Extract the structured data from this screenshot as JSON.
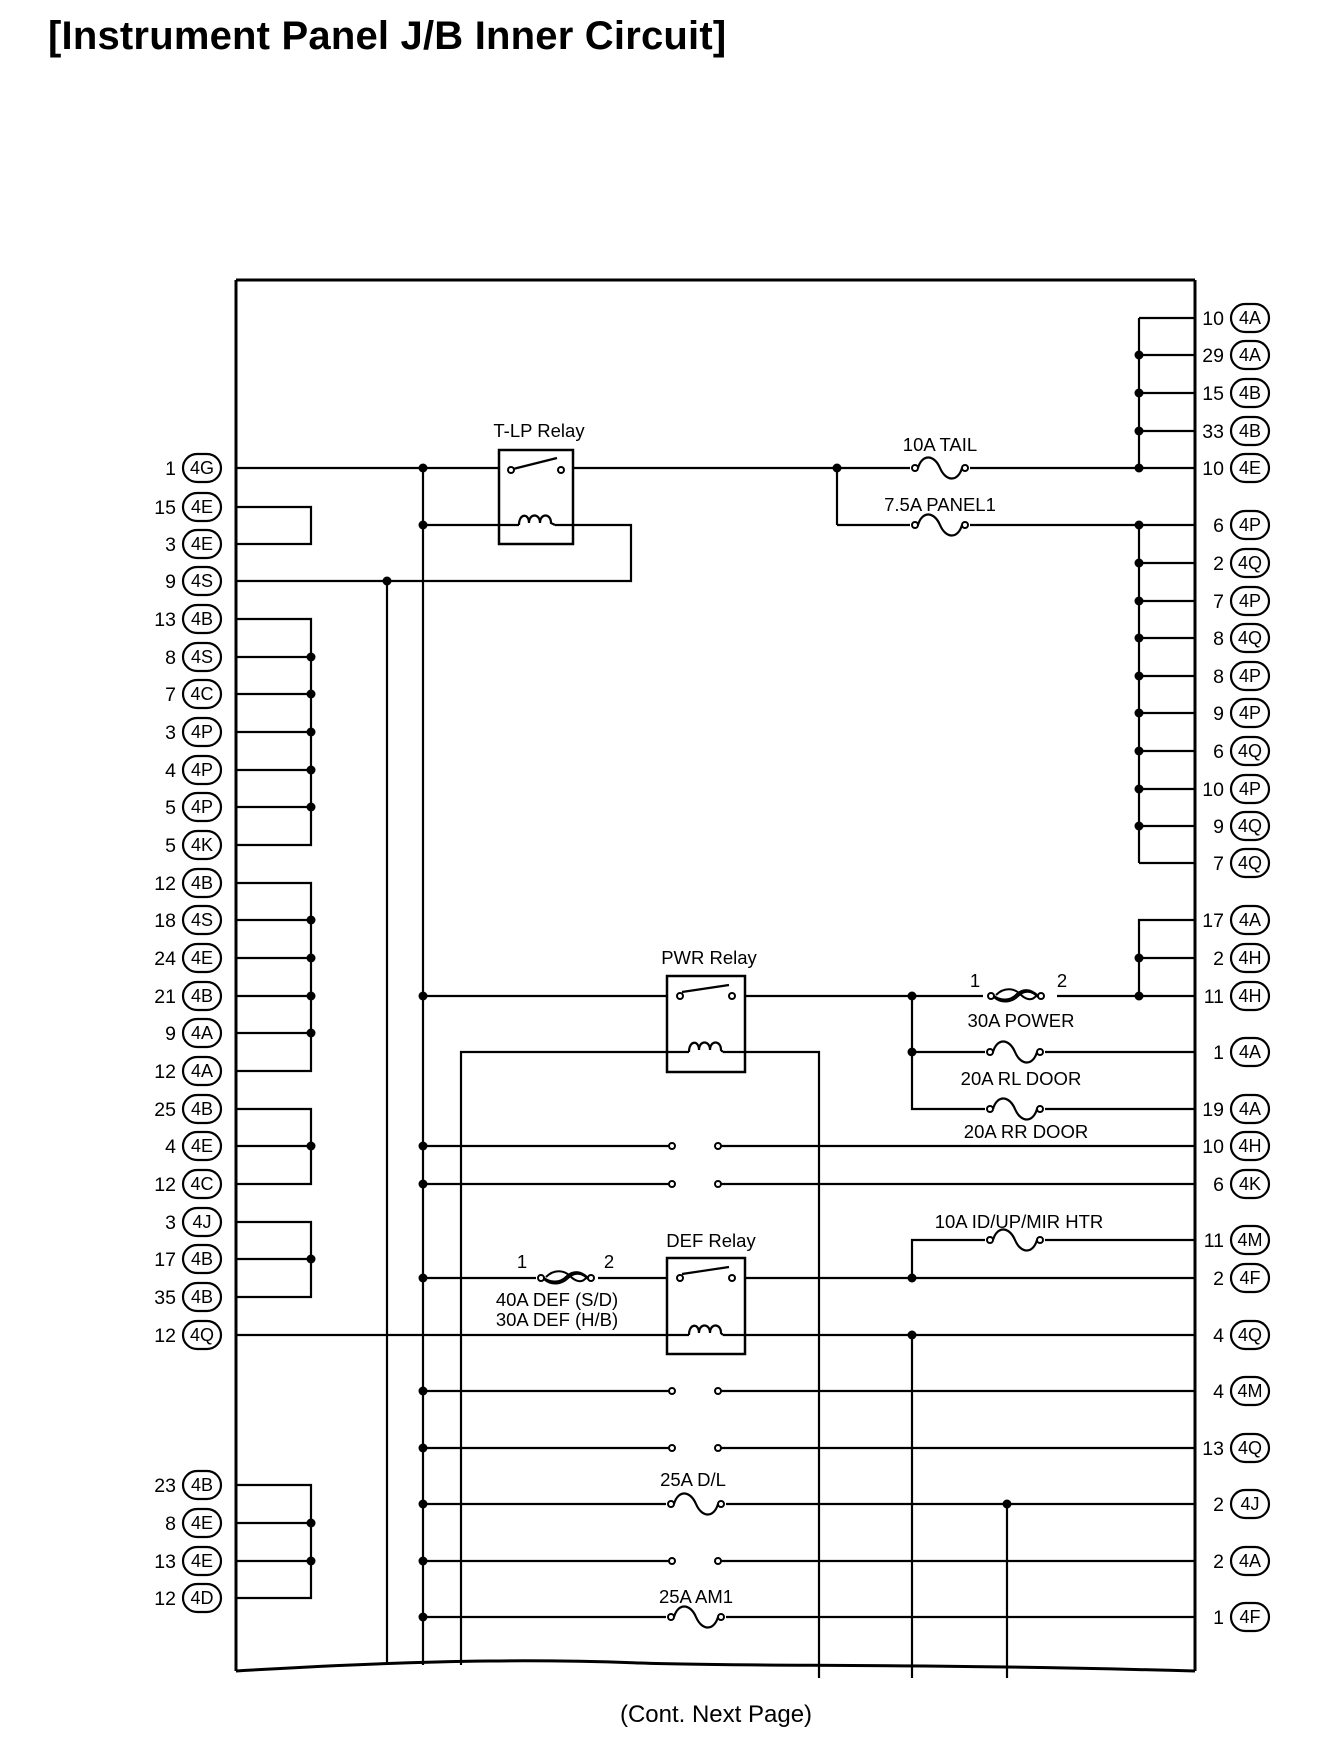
{
  "title": "[Instrument Panel J/B Inner Circuit]",
  "footer": "(Cont. Next Page)",
  "left_pins": [
    {
      "num": "1",
      "conn": "4G"
    },
    {
      "num": "15",
      "conn": "4E"
    },
    {
      "num": "3",
      "conn": "4E"
    },
    {
      "num": "9",
      "conn": "4S"
    },
    {
      "num": "13",
      "conn": "4B"
    },
    {
      "num": "8",
      "conn": "4S"
    },
    {
      "num": "7",
      "conn": "4C"
    },
    {
      "num": "3",
      "conn": "4P"
    },
    {
      "num": "4",
      "conn": "4P"
    },
    {
      "num": "5",
      "conn": "4P"
    },
    {
      "num": "5",
      "conn": "4K"
    },
    {
      "num": "12",
      "conn": "4B"
    },
    {
      "num": "18",
      "conn": "4S"
    },
    {
      "num": "24",
      "conn": "4E"
    },
    {
      "num": "21",
      "conn": "4B"
    },
    {
      "num": "9",
      "conn": "4A"
    },
    {
      "num": "12",
      "conn": "4A"
    },
    {
      "num": "25",
      "conn": "4B"
    },
    {
      "num": "4",
      "conn": "4E"
    },
    {
      "num": "12",
      "conn": "4C"
    },
    {
      "num": "3",
      "conn": "4J"
    },
    {
      "num": "17",
      "conn": "4B"
    },
    {
      "num": "35",
      "conn": "4B"
    },
    {
      "num": "12",
      "conn": "4Q"
    },
    {
      "num": "23",
      "conn": "4B"
    },
    {
      "num": "8",
      "conn": "4E"
    },
    {
      "num": "13",
      "conn": "4E"
    },
    {
      "num": "12",
      "conn": "4D"
    }
  ],
  "right_pins": [
    {
      "num": "10",
      "conn": "4A"
    },
    {
      "num": "29",
      "conn": "4A"
    },
    {
      "num": "15",
      "conn": "4B"
    },
    {
      "num": "33",
      "conn": "4B"
    },
    {
      "num": "10",
      "conn": "4E"
    },
    {
      "num": "6",
      "conn": "4P"
    },
    {
      "num": "2",
      "conn": "4Q"
    },
    {
      "num": "7",
      "conn": "4P"
    },
    {
      "num": "8",
      "conn": "4Q"
    },
    {
      "num": "8",
      "conn": "4P"
    },
    {
      "num": "9",
      "conn": "4P"
    },
    {
      "num": "6",
      "conn": "4Q"
    },
    {
      "num": "10",
      "conn": "4P"
    },
    {
      "num": "9",
      "conn": "4Q"
    },
    {
      "num": "7",
      "conn": "4Q"
    },
    {
      "num": "17",
      "conn": "4A"
    },
    {
      "num": "2",
      "conn": "4H"
    },
    {
      "num": "11",
      "conn": "4H"
    },
    {
      "num": "1",
      "conn": "4A"
    },
    {
      "num": "19",
      "conn": "4A"
    },
    {
      "num": "10",
      "conn": "4H"
    },
    {
      "num": "6",
      "conn": "4K"
    },
    {
      "num": "11",
      "conn": "4M"
    },
    {
      "num": "2",
      "conn": "4F"
    },
    {
      "num": "4",
      "conn": "4Q"
    },
    {
      "num": "4",
      "conn": "4M"
    },
    {
      "num": "13",
      "conn": "4Q"
    },
    {
      "num": "2",
      "conn": "4J"
    },
    {
      "num": "2",
      "conn": "4A"
    },
    {
      "num": "1",
      "conn": "4F"
    }
  ],
  "relays": {
    "tlp": "T-LP Relay",
    "pwr": "PWR Relay",
    "def": "DEF Relay"
  },
  "fuses": {
    "tail": "10A TAIL",
    "panel1": "7.5A PANEL1",
    "power": "30A POWER",
    "rl_door": "20A RL DOOR",
    "rr_door": "20A RR DOOR",
    "idupmir": "10A ID/UP/MIR HTR",
    "def_sd": "40A DEF (S/D)",
    "def_hb": "30A DEF (H/B)",
    "dl": "25A D/L",
    "am1": "25A AM1"
  },
  "fuse_terminals": {
    "power_1": "1",
    "power_2": "2",
    "def_1": "1",
    "def_2": "2"
  }
}
